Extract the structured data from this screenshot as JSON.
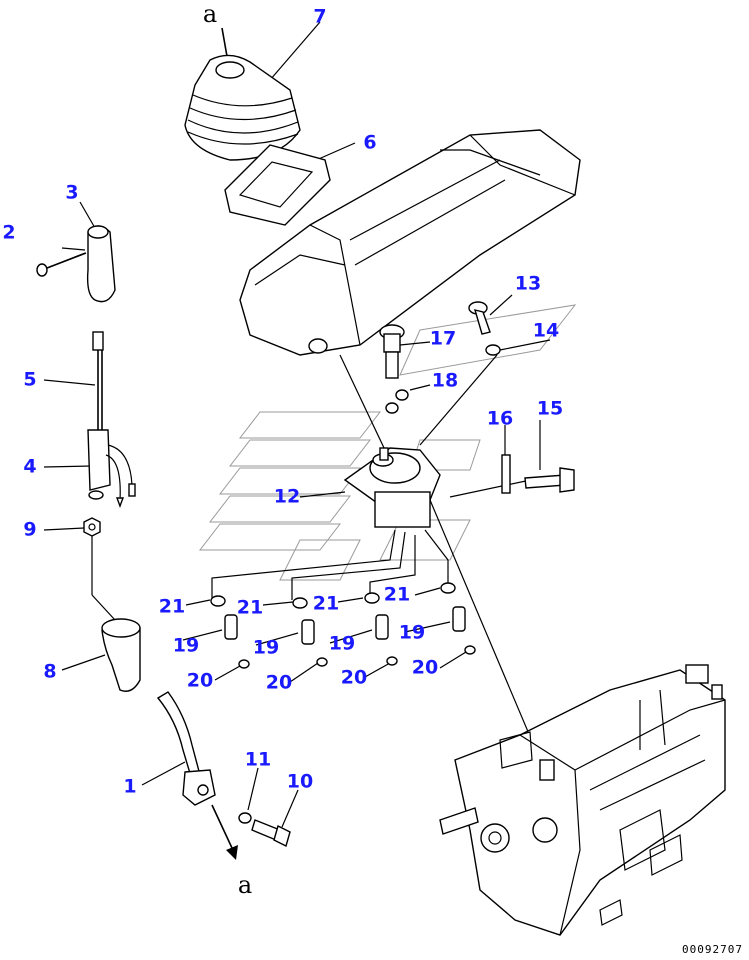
{
  "ref_letter": "a",
  "drawing_code": "00092707",
  "callouts": {
    "p1": "1",
    "p2": "2",
    "p3": "3",
    "p4": "4",
    "p5": "5",
    "p6": "6",
    "p7": "7",
    "p8": "8",
    "p9": "9",
    "p10": "10",
    "p11": "11",
    "p12": "12",
    "p13": "13",
    "p14": "14",
    "p15": "15",
    "p16": "16",
    "p17": "17",
    "p18": "18",
    "p19": "19",
    "p20": "20",
    "p21": "21"
  },
  "colors": {
    "callout": "#1a1aff",
    "linework": "#000000",
    "watermark": "#9a9a9a"
  }
}
